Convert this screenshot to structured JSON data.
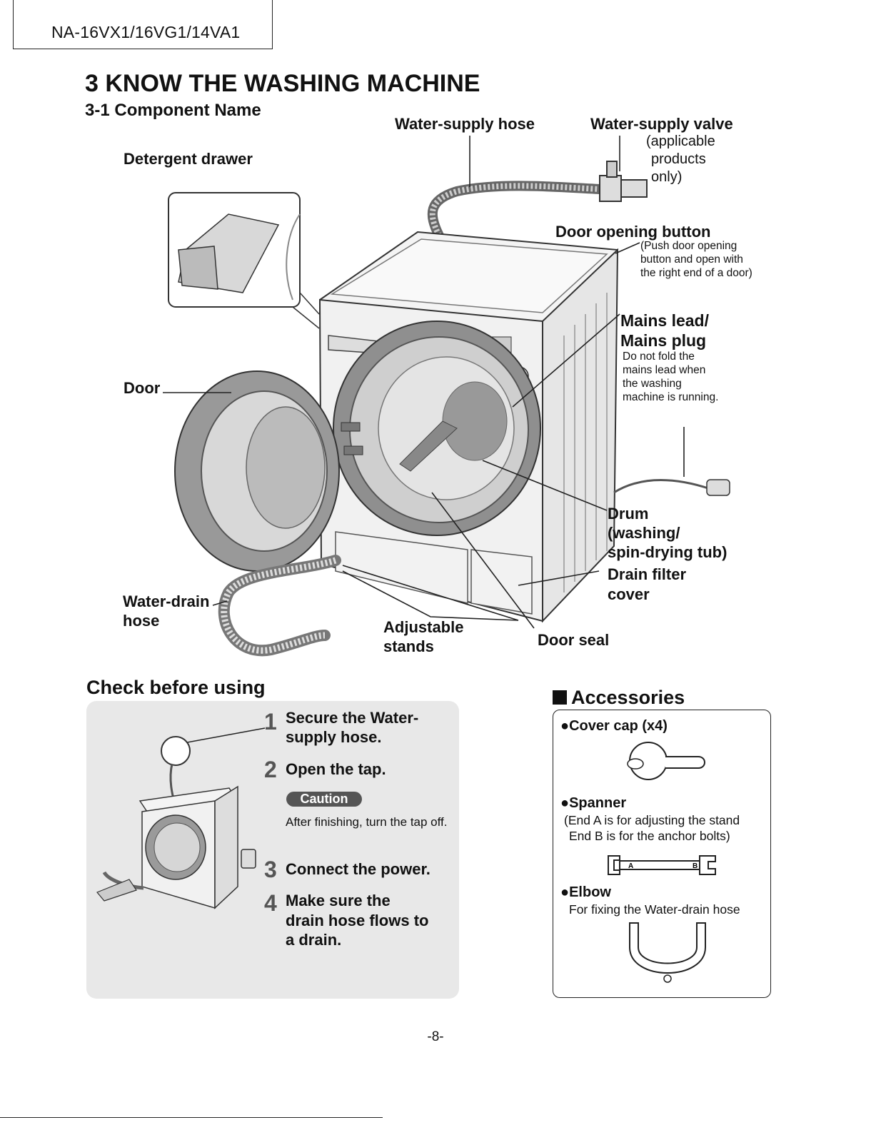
{
  "header": {
    "model": "NA-16VX1/16VG1/14VA1"
  },
  "section": {
    "title": "3  KNOW THE WASHING MACHINE",
    "subtitle": "3-1  Component Name"
  },
  "components": {
    "water_supply_hose": "Water-supply hose",
    "water_supply_valve": "Water-supply valve",
    "valve_note": [
      "(applicable",
      "products",
      "only)"
    ],
    "detergent_drawer": "Detergent drawer",
    "door_opening_button": "Door opening button",
    "door_button_note": [
      "(Push door opening",
      "button and open with",
      "the right end of a door)"
    ],
    "mains_lead": [
      "Mains lead/",
      "Mains plug"
    ],
    "mains_note": [
      "Do not fold the",
      "mains lead when",
      "the washing",
      "machine is running."
    ],
    "door": "Door",
    "drum": [
      "Drum",
      "(washing/",
      "spin-drying tub)"
    ],
    "drain_filter_cover": [
      "Drain filter",
      "cover"
    ],
    "water_drain_hose": [
      "Water-drain",
      "hose"
    ],
    "adjustable_stands": [
      "Adjustable",
      "stands"
    ],
    "door_seal": "Door seal"
  },
  "check": {
    "title": "Check before using",
    "steps": [
      {
        "num": "1",
        "text": [
          "Secure the Water-",
          "supply hose."
        ]
      },
      {
        "num": "2",
        "text": [
          "Open the tap."
        ]
      },
      {
        "num": "3",
        "text": [
          "Connect the power."
        ]
      },
      {
        "num": "4",
        "text": [
          "Make sure the",
          "drain hose flows to",
          "a drain."
        ]
      }
    ],
    "caution_label": "Caution",
    "caution_text": "After finishing, turn the tap off."
  },
  "accessories": {
    "title": "Accessories",
    "items": [
      {
        "name": "●Cover cap (x4)",
        "notes": []
      },
      {
        "name": "●Spanner",
        "notes": [
          "(End A is for adjusting the stand",
          "End B is for the anchor bolts)"
        ]
      },
      {
        "name": "●Elbow",
        "notes": [
          "For fixing the Water-drain hose"
        ]
      }
    ],
    "spanner_marks": [
      "A",
      "B"
    ]
  },
  "footer": {
    "page": "-8-"
  }
}
